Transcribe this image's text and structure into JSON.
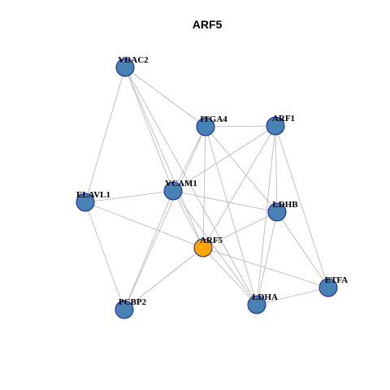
{
  "title": "ARF5",
  "colors": {
    "node_default": "#4682b4",
    "node_highlight": "#ffa500",
    "node_border": "#1a1aa6",
    "edge": "#b3b3b3"
  },
  "nodes": [
    {
      "id": "VDAC2",
      "label": "VDAC2",
      "highlight": false
    },
    {
      "id": "ITGA4",
      "label": "ITGA4",
      "highlight": false
    },
    {
      "id": "ARF1",
      "label": "ARF1",
      "highlight": false
    },
    {
      "id": "VCAM1",
      "label": "VCAM1",
      "highlight": false
    },
    {
      "id": "ELAVL1",
      "label": "ELAVL1",
      "highlight": false
    },
    {
      "id": "LDHB",
      "label": "LDHB",
      "highlight": false
    },
    {
      "id": "ARF5",
      "label": "ARF5",
      "highlight": true
    },
    {
      "id": "ETFA",
      "label": "ETFA",
      "highlight": false
    },
    {
      "id": "PCBP2",
      "label": "PCBP2",
      "highlight": false
    },
    {
      "id": "LDHA",
      "label": "LDHA",
      "highlight": false
    }
  ],
  "edges": [
    [
      "VDAC2",
      "ITGA4"
    ],
    [
      "VDAC2",
      "ELAVL1"
    ],
    [
      "VDAC2",
      "VCAM1"
    ],
    [
      "VDAC2",
      "ARF5"
    ],
    [
      "VDAC2",
      "LDHA"
    ],
    [
      "ITGA4",
      "ARF1"
    ],
    [
      "ITGA4",
      "VCAM1"
    ],
    [
      "ITGA4",
      "LDHB"
    ],
    [
      "ITGA4",
      "ARF5"
    ],
    [
      "ITGA4",
      "LDHA"
    ],
    [
      "ITGA4",
      "PCBP2"
    ],
    [
      "ARF1",
      "VCAM1"
    ],
    [
      "ARF1",
      "LDHB"
    ],
    [
      "ARF1",
      "ARF5"
    ],
    [
      "ARF1",
      "LDHA"
    ],
    [
      "ARF1",
      "ETFA"
    ],
    [
      "VCAM1",
      "ELAVL1"
    ],
    [
      "VCAM1",
      "LDHB"
    ],
    [
      "VCAM1",
      "ARF5"
    ],
    [
      "VCAM1",
      "PCBP2"
    ],
    [
      "VCAM1",
      "LDHA"
    ],
    [
      "ELAVL1",
      "ARF5"
    ],
    [
      "ELAVL1",
      "PCBP2"
    ],
    [
      "LDHB",
      "ARF5"
    ],
    [
      "LDHB",
      "LDHA"
    ],
    [
      "LDHB",
      "ETFA"
    ],
    [
      "ARF5",
      "PCBP2"
    ],
    [
      "ARF5",
      "LDHA"
    ],
    [
      "ARF5",
      "ETFA"
    ],
    [
      "LDHA",
      "ETFA"
    ]
  ]
}
